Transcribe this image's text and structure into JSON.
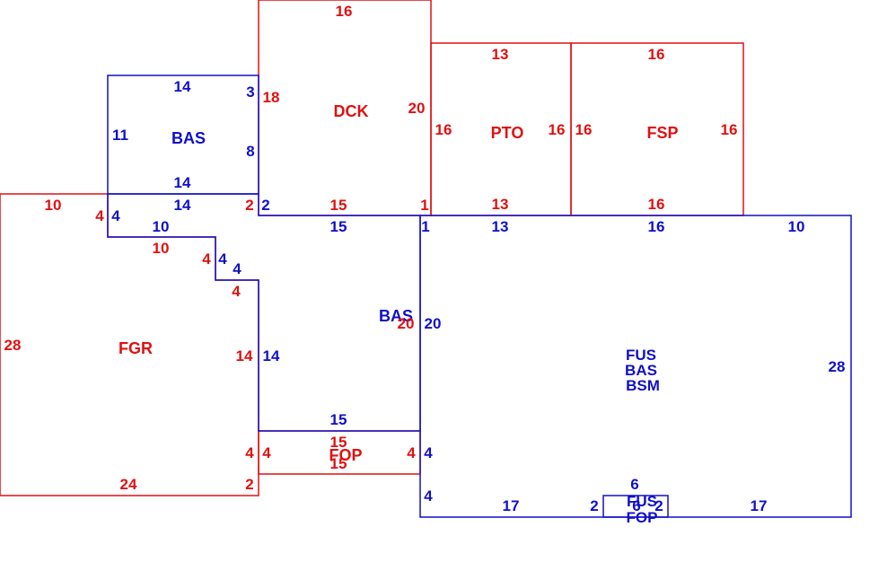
{
  "colors": {
    "blue": "#1010c8",
    "red": "#e01010",
    "background": "#ffffff"
  },
  "areas": {
    "bas_upper": "BAS",
    "dck": "DCK",
    "pto": "PTO",
    "fsp": "FSP",
    "bas_mid": "BAS",
    "fgr": "FGR",
    "fop_mid": "FOP",
    "main_stack": [
      "FUS",
      "BAS",
      "BSM"
    ],
    "small_stack": [
      "FUS",
      "FOP"
    ]
  },
  "dimensions": {
    "bas_top": "14",
    "bas_left": "11",
    "bas_right_top": "3",
    "bas_right_bot": "8",
    "bas_bottom": "14",
    "dck_top": "16",
    "dck_left": "18",
    "dck_right": "20",
    "dck_bottom": "15",
    "dck_corner_left": "2",
    "dck_corner_right": "1",
    "pto_top": "13",
    "pto_left": "16",
    "pto_right": "16",
    "pto_bottom": "13",
    "fsp_top": "16",
    "fsp_left": "16",
    "fsp_right": "16",
    "fsp_bottom": "16",
    "fgr_top": "10",
    "fgr_top_right": "4",
    "fgr_bas_side": "4",
    "fgr_bas_top": "14",
    "fgr_corner": "2",
    "step1_blue": "10",
    "step1_red": "10",
    "step2_red": "4",
    "step2_blue": "4",
    "step3_red": "4",
    "fgr_left": "28",
    "mid_left_red": "14",
    "mid_left_blue": "14",
    "fgr_bottom": "24",
    "fgr_corner_bottom": "2",
    "bas_mid_top": "15",
    "bas_mid_top_corner": "1",
    "bas_mid_right_red": "20",
    "bas_mid_right_blue": "20",
    "fop_top_blue": "15",
    "fop_top_red": "15",
    "fop_bottom": "15",
    "fop_left_red": "4",
    "fop_left_red2": "4",
    "fop_right_red": "4",
    "fop_right_blue": "4",
    "main_top1": "13",
    "main_top2": "16",
    "main_top3": "10",
    "main_right": "28",
    "main_bottom_left": "17",
    "main_bottom_right": "17",
    "main_left_bottom": "4",
    "small_top": "6",
    "small_left": "2",
    "small_right": "2",
    "small_mid": "6"
  }
}
